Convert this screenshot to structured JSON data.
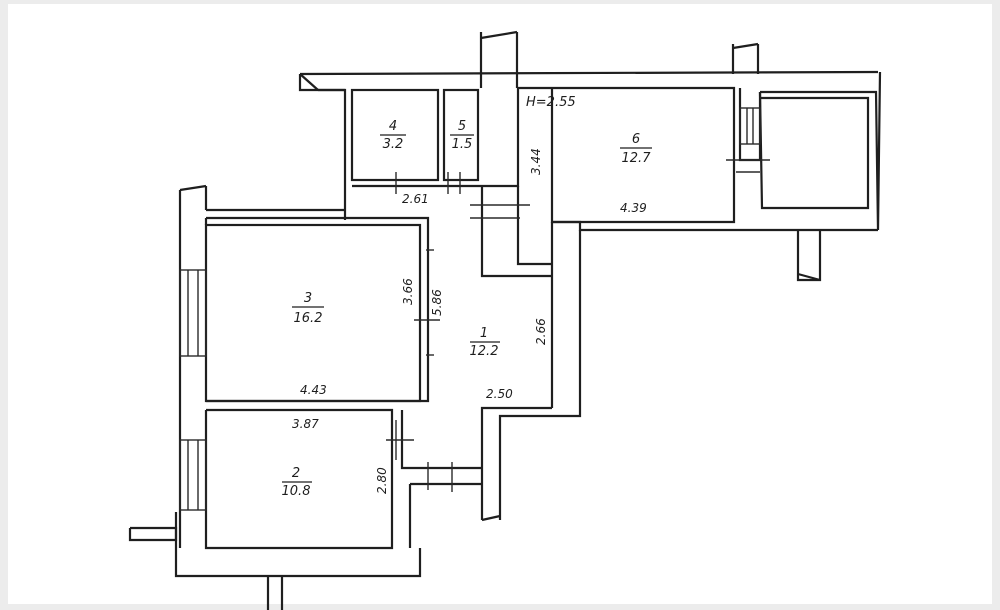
{
  "rooms": [
    {
      "id": "1",
      "number": "1",
      "area": "12.2"
    },
    {
      "id": "2",
      "number": "2",
      "area": "10.8"
    },
    {
      "id": "3",
      "number": "3",
      "area": "16.2"
    },
    {
      "id": "4",
      "number": "4",
      "area": "3.2"
    },
    {
      "id": "5",
      "number": "5",
      "area": "1.5"
    },
    {
      "id": "6",
      "number": "6",
      "area": "12.7"
    }
  ],
  "ceiling_height": "H=2.55",
  "dimensions": {
    "d_344": "3.44",
    "d_261": "2.61",
    "d_439": "4.39",
    "d_366": "3.66",
    "d_586": "5.86",
    "d_266": "2.66",
    "d_443": "4.43",
    "d_250": "2.50",
    "d_387": "3.87",
    "d_280": "2.80"
  }
}
